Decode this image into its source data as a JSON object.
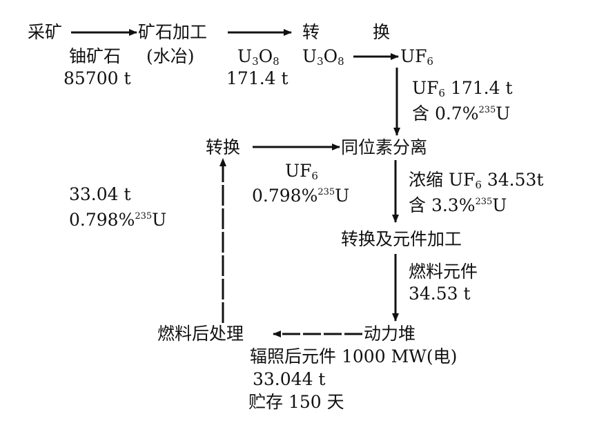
{
  "nodes": {
    "mining": "采矿",
    "ore_processing": "矿石加工",
    "conversion_1a": "转",
    "conversion_1b": "换",
    "conversion_2": "转换",
    "isotope_separation": "同位素分离",
    "fuel_fabrication": "转换及元件加工",
    "power_reactor": "动力堆",
    "reprocessing": "燃料后处理"
  },
  "labels": {
    "ore": "铀矿石",
    "ore_mass": "85700 t",
    "milling": "(水冶)",
    "u3o8_a": "U",
    "u3o8_a_sub1": "3",
    "u3o8_a_o": "O",
    "u3o8_a_sub2": "8",
    "u3o8_mass": "171.4 t",
    "u3o8_b": "U",
    "u3o8_b_sub1": "3",
    "u3o8_b_o": "O",
    "u3o8_b_sub2": "8",
    "uf6": "UF",
    "uf6_sub": "6",
    "feed_uf6": "UF",
    "feed_uf6_sub": "6",
    "feed_mass": "171.4 t",
    "feed_content_prefix": "含 0.7%",
    "feed_sup": "235",
    "feed_u": "U",
    "tails_uf6": "UF",
    "tails_uf6_sub": "6",
    "tails_content": "0.798%",
    "tails_sup": "235",
    "tails_u": "U",
    "recycle_mass": "33.04 t",
    "recycle_content": "0.798%",
    "recycle_sup": "235",
    "recycle_u": "U",
    "enriched_prefix": "浓缩 UF",
    "enriched_sub": "6",
    "enriched_mass": "34.53t",
    "enriched_content_prefix": "含 3.3%",
    "enriched_sup": "235",
    "enriched_u": "U",
    "fuel_elements": "燃料元件",
    "fuel_mass": "34.53 t",
    "irradiated": "辐照后元件",
    "power": "1000 MW(电)",
    "irradiated_mass": "33.044 t",
    "storage": "贮存 150 天"
  }
}
